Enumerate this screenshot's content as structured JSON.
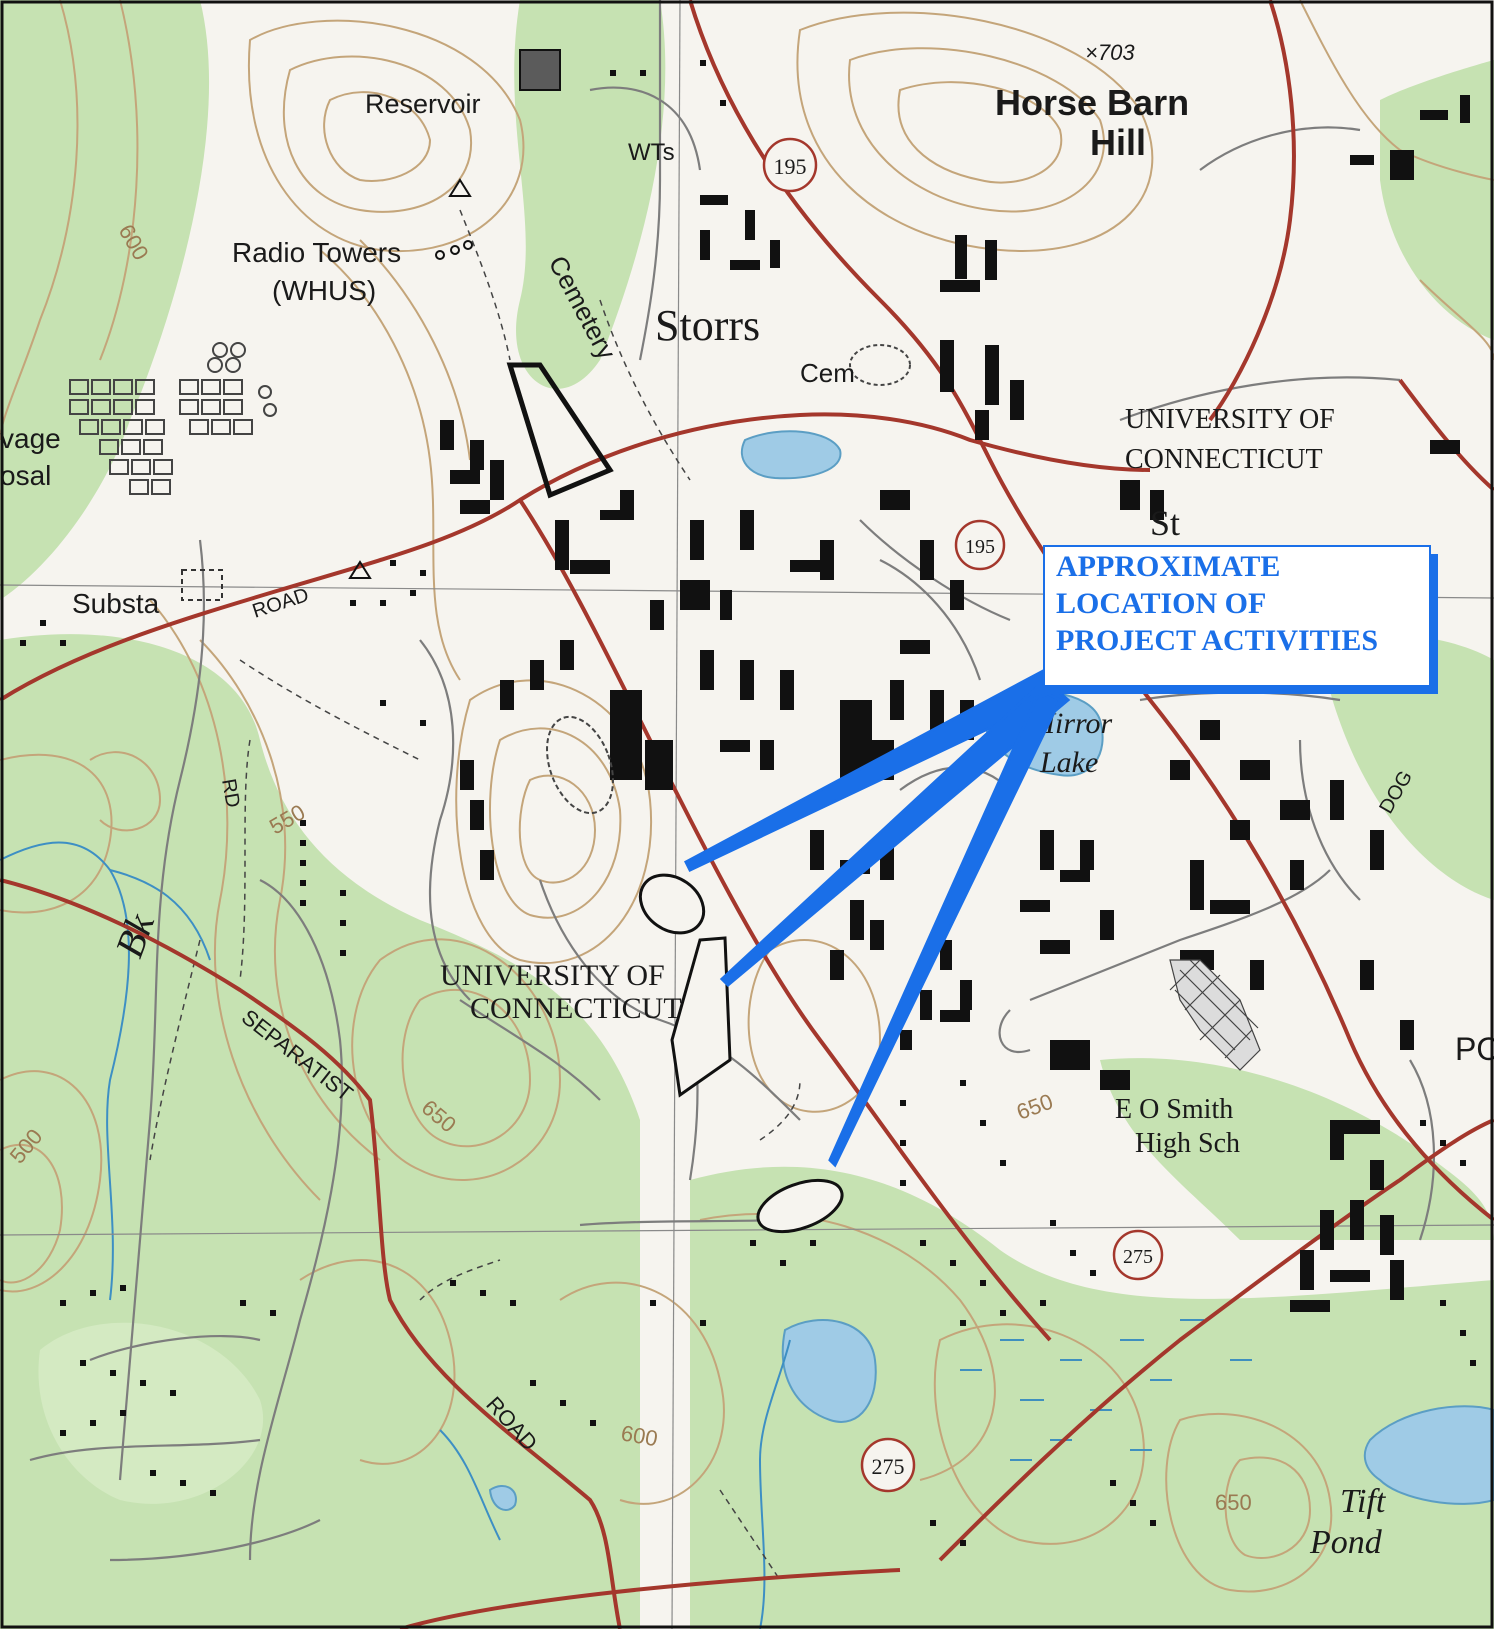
{
  "map": {
    "labels": {
      "reservoir": "Reservoir",
      "horse_barn_1": "Horse Barn",
      "horse_barn_2": "Hill",
      "elev_703": "×703",
      "wts": "WTs",
      "radio_1": "Radio Towers",
      "radio_2": "(WHUS)",
      "cemetery": "Cemetery",
      "storrs": "Storrs",
      "cem": "Cem",
      "uconn_ne_1": "UNIVERSITY OF",
      "uconn_ne_2": "CONNECTICUT",
      "sewage_1": "vage",
      "sewage_2": "osal",
      "substa": "Substa",
      "road_north": "ROAD",
      "rd_west": "RD",
      "bk": "Bk",
      "separatist": "SEPARATIST",
      "road_south": "ROAD",
      "uconn_center_1": "UNIVERSITY OF",
      "uconn_center_2": "CONNECTICUT",
      "mirror_1": "Mirror",
      "mirror_2": "Lake",
      "dog": "DOG",
      "po": "PO",
      "eo_smith_1": "E O Smith",
      "eo_smith_2": "High Sch",
      "tift_1": "Tift",
      "tift_2": "Pond",
      "stors_partial": "St"
    },
    "contours": {
      "c600_nw": "600",
      "c550": "550",
      "c650_mid": "650",
      "c500": "500",
      "c650_e": "650",
      "c600_s": "600",
      "c650_se": "650"
    },
    "route_shields": {
      "r195_n": "195",
      "r195_e": "195",
      "r275_e": "275",
      "r275_s": "275"
    },
    "callout": {
      "line1": "APPROXIMATE",
      "line2": "LOCATION OF",
      "line3": "PROJECT ACTIVITIES"
    },
    "colors": {
      "vegetation": "#c6e2b2",
      "contour": "#b89a6e",
      "water": "#9fcbe6",
      "road_major": "#a4372c",
      "callout_blue": "#1a6fe8"
    }
  }
}
